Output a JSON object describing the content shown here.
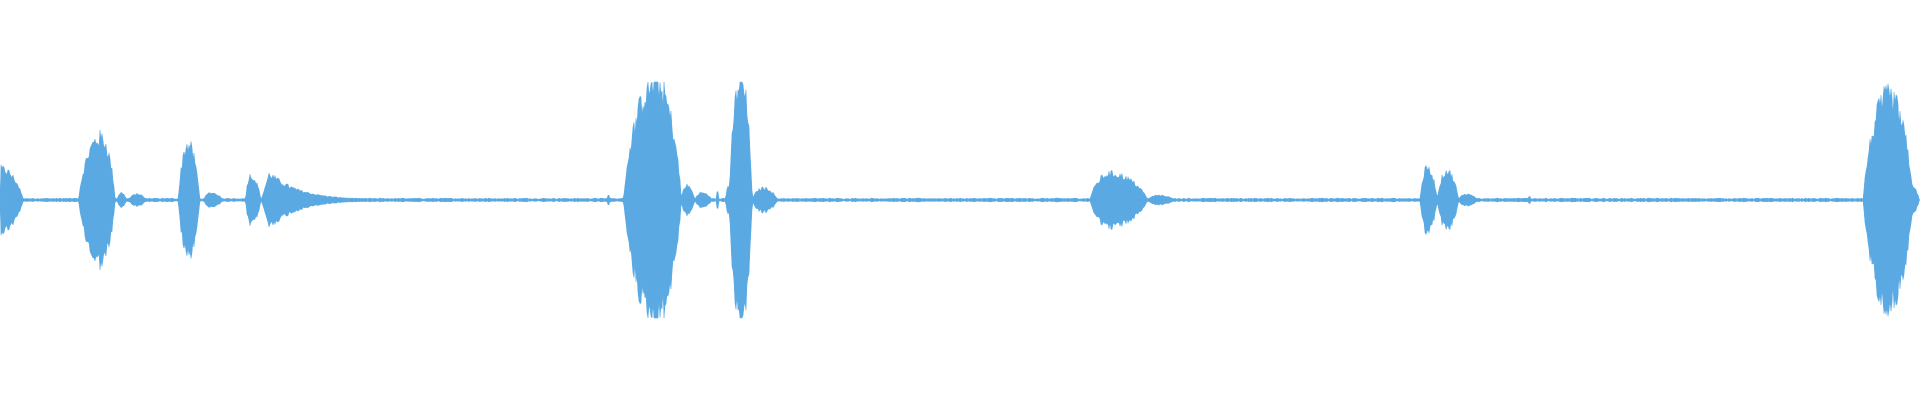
{
  "waveform": {
    "color": "#5aa9e2",
    "background": "#ffffff",
    "segments": [
      {
        "start": 0.0,
        "end": 0.012,
        "peak": 0.26,
        "attack": 0.02,
        "shape": "burst"
      },
      {
        "start": 0.041,
        "end": 0.06,
        "peak": 0.52,
        "attack": 0.6,
        "shape": "burst"
      },
      {
        "start": 0.061,
        "end": 0.066,
        "peak": 0.06,
        "attack": 0.4,
        "shape": "burst"
      },
      {
        "start": 0.067,
        "end": 0.076,
        "peak": 0.05,
        "attack": 0.5,
        "shape": "burst"
      },
      {
        "start": 0.093,
        "end": 0.104,
        "peak": 0.46,
        "attack": 0.45,
        "shape": "burst"
      },
      {
        "start": 0.106,
        "end": 0.116,
        "peak": 0.06,
        "attack": 0.4,
        "shape": "burst"
      },
      {
        "start": 0.128,
        "end": 0.136,
        "peak": 0.2,
        "attack": 0.3,
        "shape": "burst"
      },
      {
        "start": 0.136,
        "end": 0.19,
        "peak": 0.22,
        "attack": 0.08,
        "shape": "decay"
      },
      {
        "start": 0.325,
        "end": 0.355,
        "peak": 0.98,
        "attack": 0.55,
        "shape": "burst"
      },
      {
        "start": 0.355,
        "end": 0.362,
        "peak": 0.12,
        "attack": 0.4,
        "shape": "burst"
      },
      {
        "start": 0.362,
        "end": 0.371,
        "peak": 0.06,
        "attack": 0.4,
        "shape": "burst"
      },
      {
        "start": 0.378,
        "end": 0.383,
        "peak": 0.12,
        "attack": 0.4,
        "shape": "burst"
      },
      {
        "start": 0.38,
        "end": 0.392,
        "peak": 1.0,
        "attack": 0.5,
        "shape": "burst"
      },
      {
        "start": 0.392,
        "end": 0.405,
        "peak": 0.1,
        "attack": 0.45,
        "shape": "burst"
      },
      {
        "start": 0.568,
        "end": 0.598,
        "peak": 0.22,
        "attack": 0.35,
        "shape": "burst"
      },
      {
        "start": 0.598,
        "end": 0.612,
        "peak": 0.04,
        "attack": 0.4,
        "shape": "burst"
      },
      {
        "start": 0.74,
        "end": 0.749,
        "peak": 0.26,
        "attack": 0.4,
        "shape": "burst"
      },
      {
        "start": 0.749,
        "end": 0.76,
        "peak": 0.24,
        "attack": 0.45,
        "shape": "burst"
      },
      {
        "start": 0.76,
        "end": 0.77,
        "peak": 0.05,
        "attack": 0.4,
        "shape": "burst"
      },
      {
        "start": 0.971,
        "end": 0.997,
        "peak": 0.86,
        "attack": 0.5,
        "shape": "burst"
      },
      {
        "start": 0.994,
        "end": 1.0,
        "peak": 0.1,
        "attack": 0.5,
        "shape": "burst"
      }
    ],
    "spikes": [
      {
        "pos": 0.317,
        "peak": 0.04
      },
      {
        "pos": 0.374,
        "peak": 0.07
      },
      {
        "pos": 0.797,
        "peak": 0.03
      }
    ],
    "baseline_noise": 0.012
  }
}
